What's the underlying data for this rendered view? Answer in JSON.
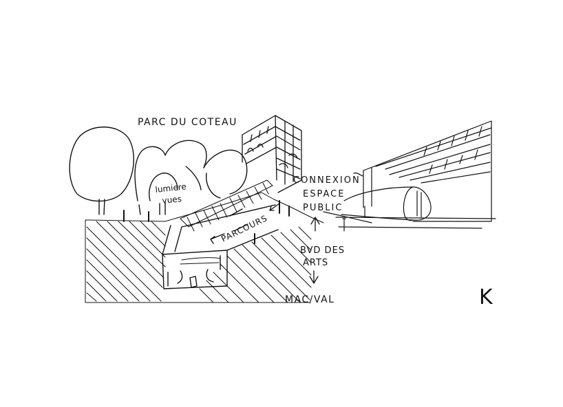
{
  "sketch": {
    "labels": {
      "parc": "PARC DU COTEAU",
      "lumiere": "lumiere",
      "vues": "vues",
      "parcours": "PARCOURS",
      "connexion_1": "CONNEXION",
      "connexion_2": "ESPACE",
      "connexion_3": "PUBLIC",
      "bvd_1": "BVD DES",
      "bvd_2": "ARTS",
      "mac": "MAC/VAL",
      "signature": "K"
    },
    "ink_color": "#111111"
  }
}
